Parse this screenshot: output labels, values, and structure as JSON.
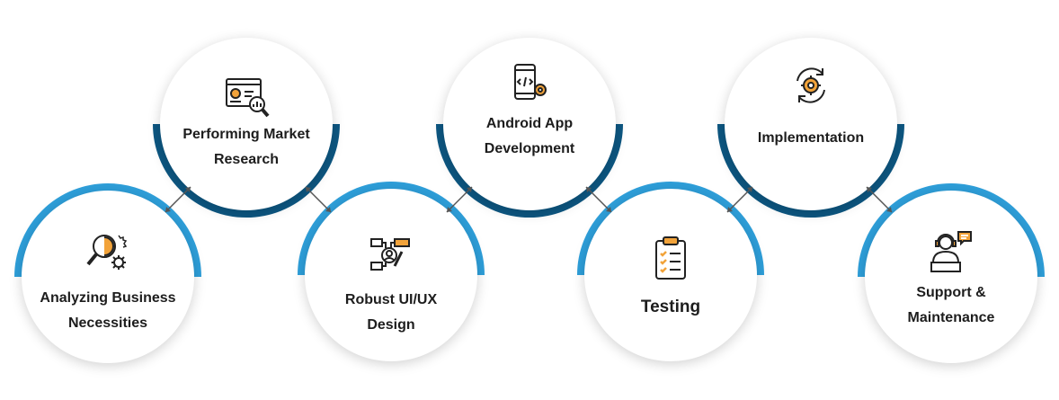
{
  "steps": [
    {
      "line1": "Analyzing Business",
      "line2": "Necessities",
      "icon": "magnifier-gear-icon"
    },
    {
      "line1": "Performing Market",
      "line2": "Research",
      "icon": "market-chart-icon"
    },
    {
      "line1": "Robust UI/UX",
      "line2": "Design",
      "icon": "ui-design-icon"
    },
    {
      "line1": "Android App",
      "line2": "Development",
      "icon": "mobile-code-icon"
    },
    {
      "line1": "Testing",
      "line2": "",
      "icon": "clipboard-checklist-icon"
    },
    {
      "line1": "Implementation",
      "line2": "",
      "icon": "gear-cycle-icon"
    },
    {
      "line1": "Support &",
      "line2": "Maintenance",
      "icon": "support-agent-icon"
    }
  ],
  "colors": {
    "light_arc": "#2e9fda",
    "dark_arc": "#0d5782",
    "text": "#1d1d1d",
    "arrow": "#555555"
  }
}
